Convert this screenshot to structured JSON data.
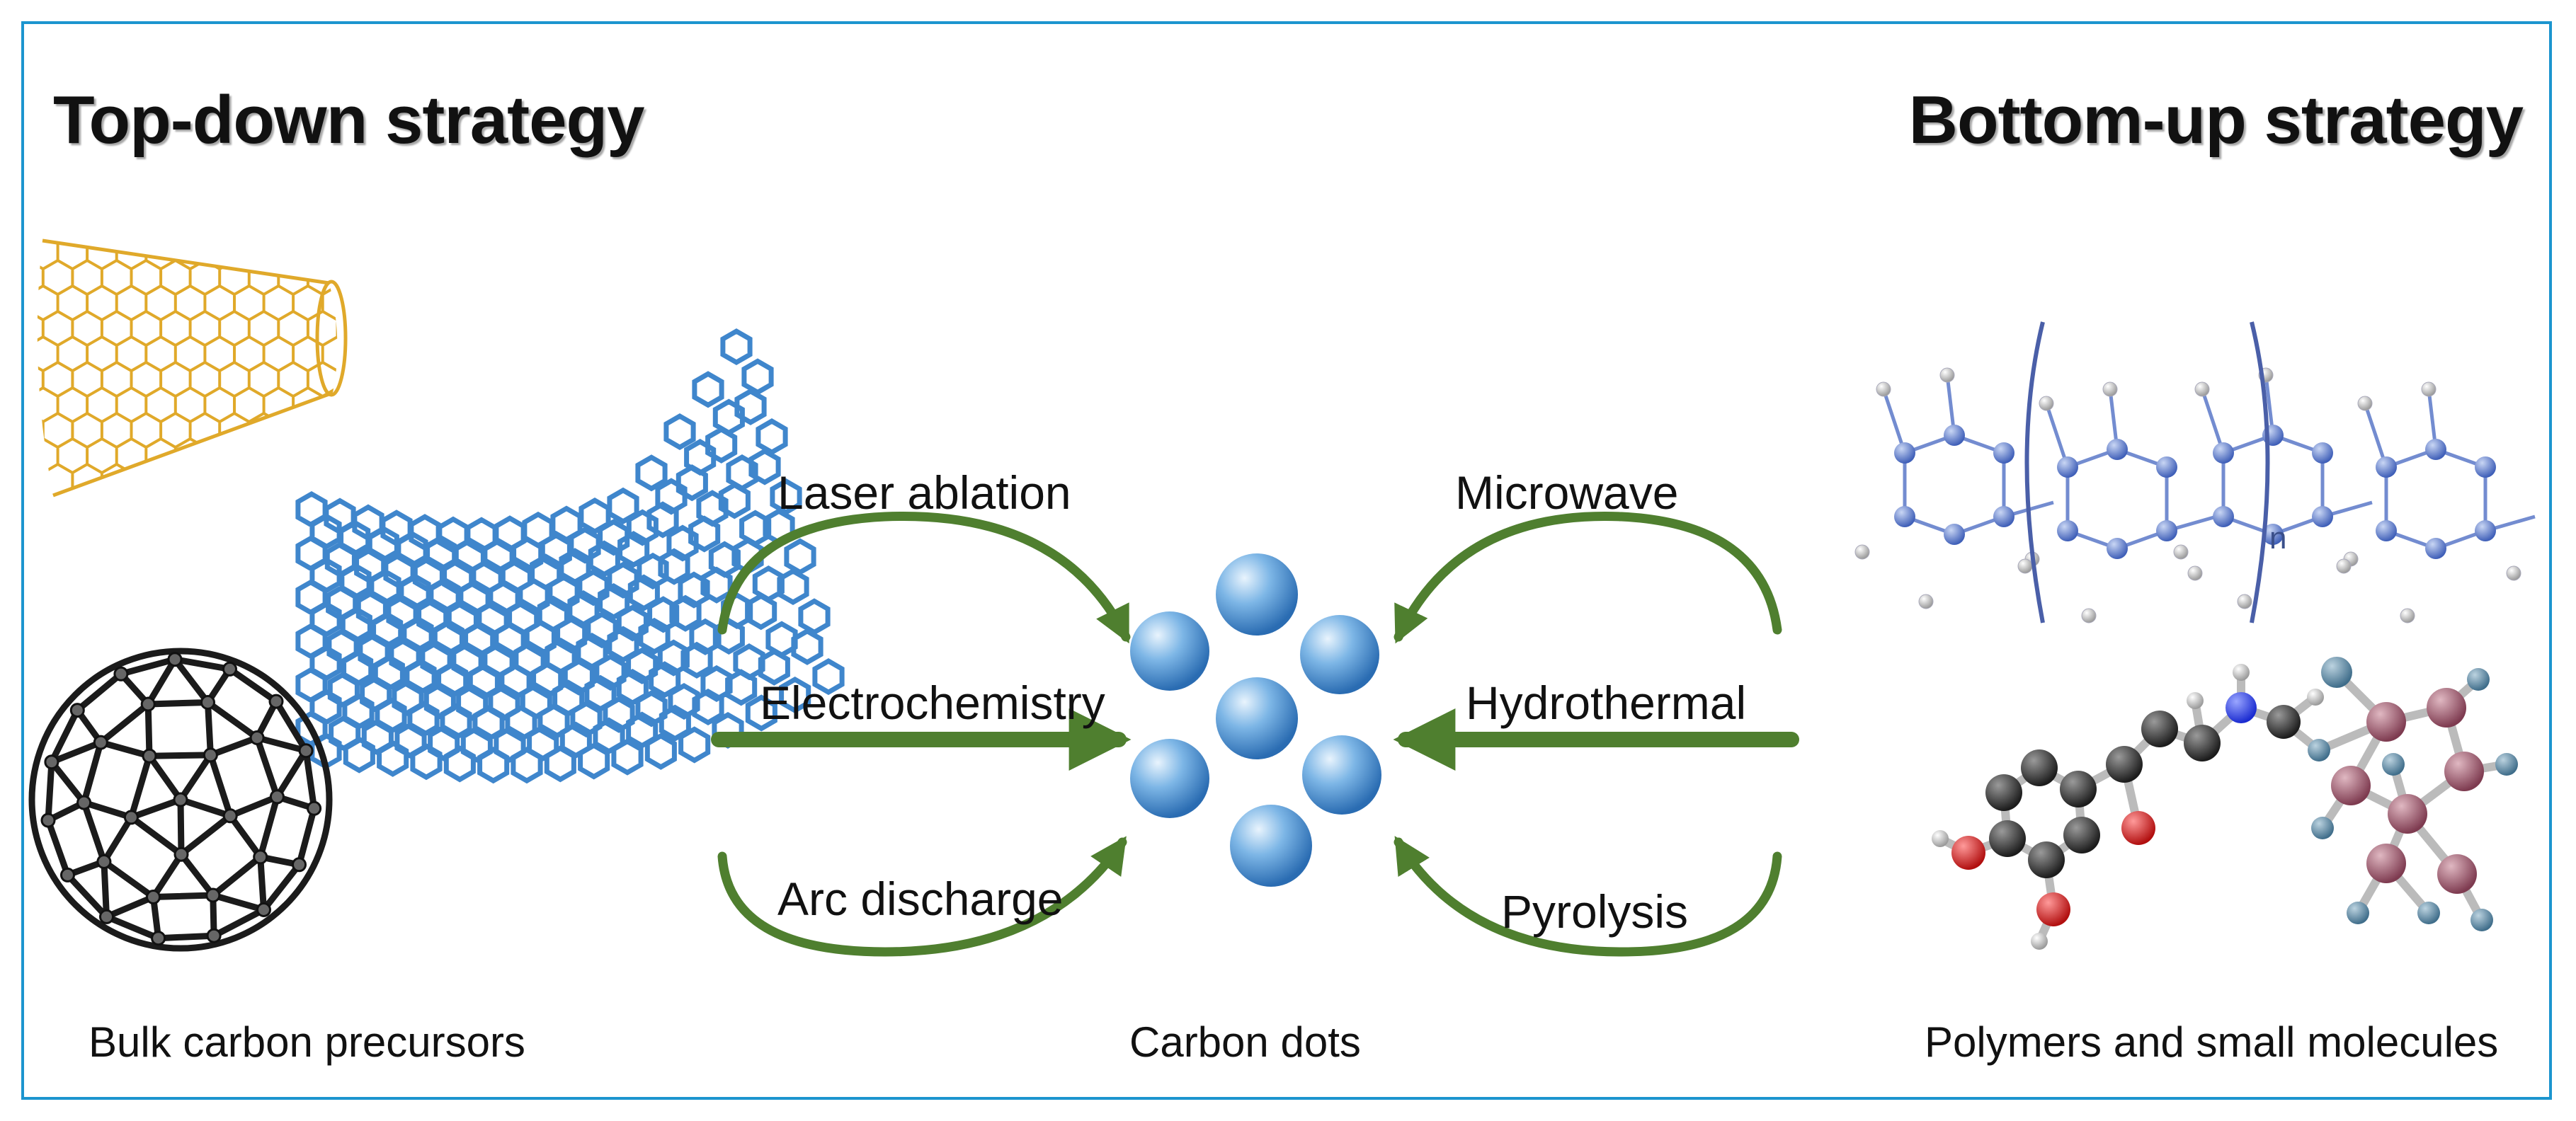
{
  "titles": {
    "left": "Top-down strategy",
    "right": "Bottom-up strategy"
  },
  "methods": {
    "top_down": [
      "Laser ablation",
      "Electrochemistry",
      "Arc discharge"
    ],
    "bottom_up": [
      "Microwave",
      "Hydrothermal",
      "Pyrolysis"
    ]
  },
  "captions": {
    "left": "Bulk carbon precursors",
    "center": "Carbon dots",
    "right": "Polymers and small molecules"
  },
  "polymer_subscript": "n",
  "colors": {
    "frame": "#1c95cf",
    "nanotube": "#e0a92a",
    "graphene": "#3f86cc",
    "fullerene": "#222222",
    "arrow": "#4f7f2f",
    "dot": "#4f9ad6",
    "polymer": "#5b78c8",
    "molecule_atom": "#9a5a6a"
  }
}
